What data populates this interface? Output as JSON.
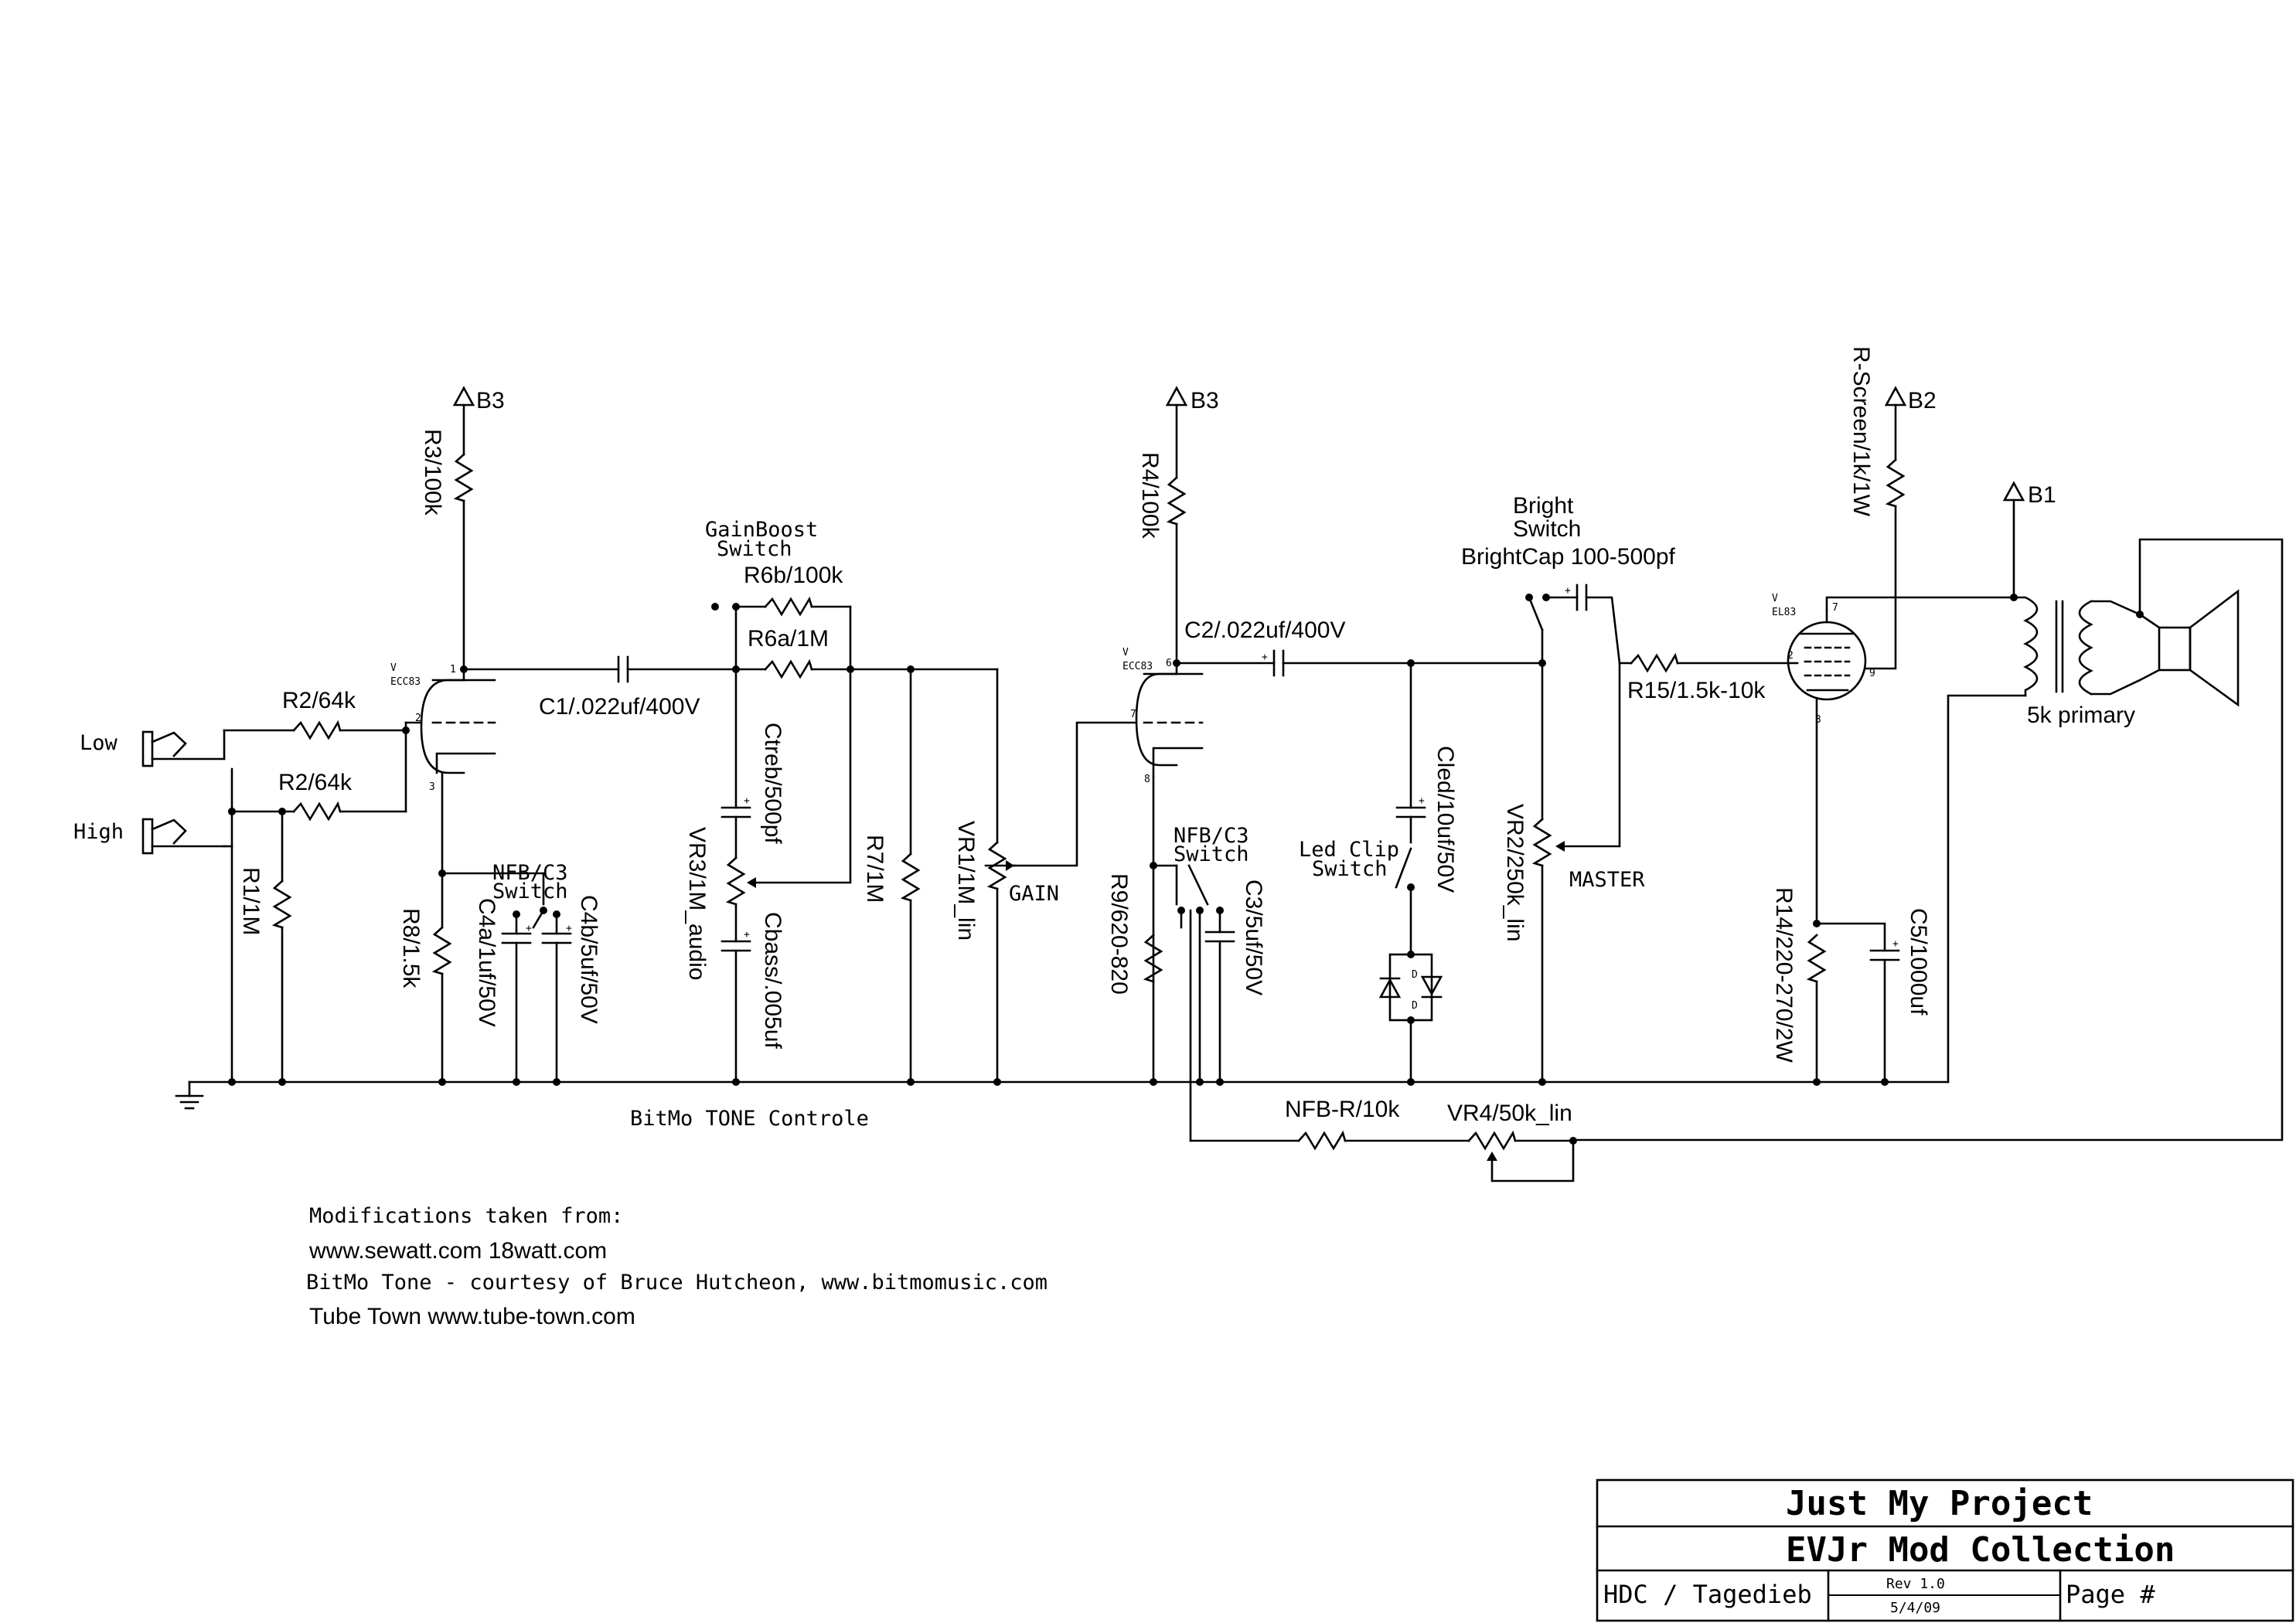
{
  "labels": {
    "b3_a": "B3",
    "b3_b": "B3",
    "b2": "B2",
    "b1": "B1",
    "r3": "R3/100k",
    "r4": "R4/100k",
    "r_screen": "R-Screen/1k/1W",
    "low": "Low",
    "high": "High",
    "r2_top": "R2/64k",
    "r2_bottom": "R2/64k",
    "r1": "R1/1M",
    "r8": "R8/1.5k",
    "c4a": "C4a/1uf/50V",
    "c4b": "C4b/5uf/50V",
    "nfb_sw_1a": "NFB/C3",
    "nfb_sw_1b": "Switch",
    "c1": "C1/.022uf/400V",
    "gainboost_a": "GainBoost",
    "gainboost_b": "Switch",
    "r6b": "R6b/100k",
    "r6a": "R6a/1M",
    "ctreb": "Ctreb/500pf",
    "vr3": "VR3/1M_audio",
    "cbass": "Cbass/.005uf",
    "r7": "R7/1M",
    "vr1": "VR1/1M_lin",
    "gain": "GAIN",
    "tone": "BitMo TONE Controle",
    "c2": "C2/.022uf/400V",
    "nfb_sw_2a": "NFB/C3",
    "nfb_sw_2b": "Switch",
    "r9": "R9/620-820",
    "c3": "C3/5uf/50V",
    "led_clip_a": "Led Clip",
    "led_clip_b": "Switch",
    "cled": "Cled/10uf/50V",
    "vr2": "VR2/250k_lin",
    "master": "MASTER",
    "bright_a": "Bright",
    "bright_b": "Switch",
    "brightcap": "BrightCap 100-500pf",
    "r15": "R15/1.5k-10k",
    "r14": "R14/220-270/2W",
    "c5": "C5/1000uf",
    "primary": "5k primary",
    "nfb_r": "NFB-R/10k",
    "vr4": "VR4/50k_lin"
  },
  "tubes": {
    "v1_ref": "V",
    "v1_type": "ECC83",
    "v2_ref": "V",
    "v2_type": "ECC83",
    "v3_ref": "V",
    "v3_type": "EL83"
  },
  "pins": {
    "v1_p1": "1",
    "v1_p2": "2",
    "v1_p3": "3",
    "v2_p6": "6",
    "v2_p7": "7",
    "v2_p8": "8",
    "v3_p7": "7",
    "v3_p2": "2",
    "v3_p9": "9",
    "v3_p3": "3",
    "diode_a": "D",
    "diode_b": "D"
  },
  "notes": {
    "line1": "Modifications taken from:",
    "line2": "www.sewatt.com 18watt.com",
    "line3": "BitMo Tone - courtesy of Bruce Hutcheon, www.bitmomusic.com",
    "line4": "Tube Town www.tube-town.com"
  },
  "title_block": {
    "project": "Just My Project",
    "title": "EVJr Mod Collection",
    "author": "HDC / Tagedieb",
    "rev": "Rev 1.0",
    "date": "5/4/09",
    "page": "Page #"
  }
}
